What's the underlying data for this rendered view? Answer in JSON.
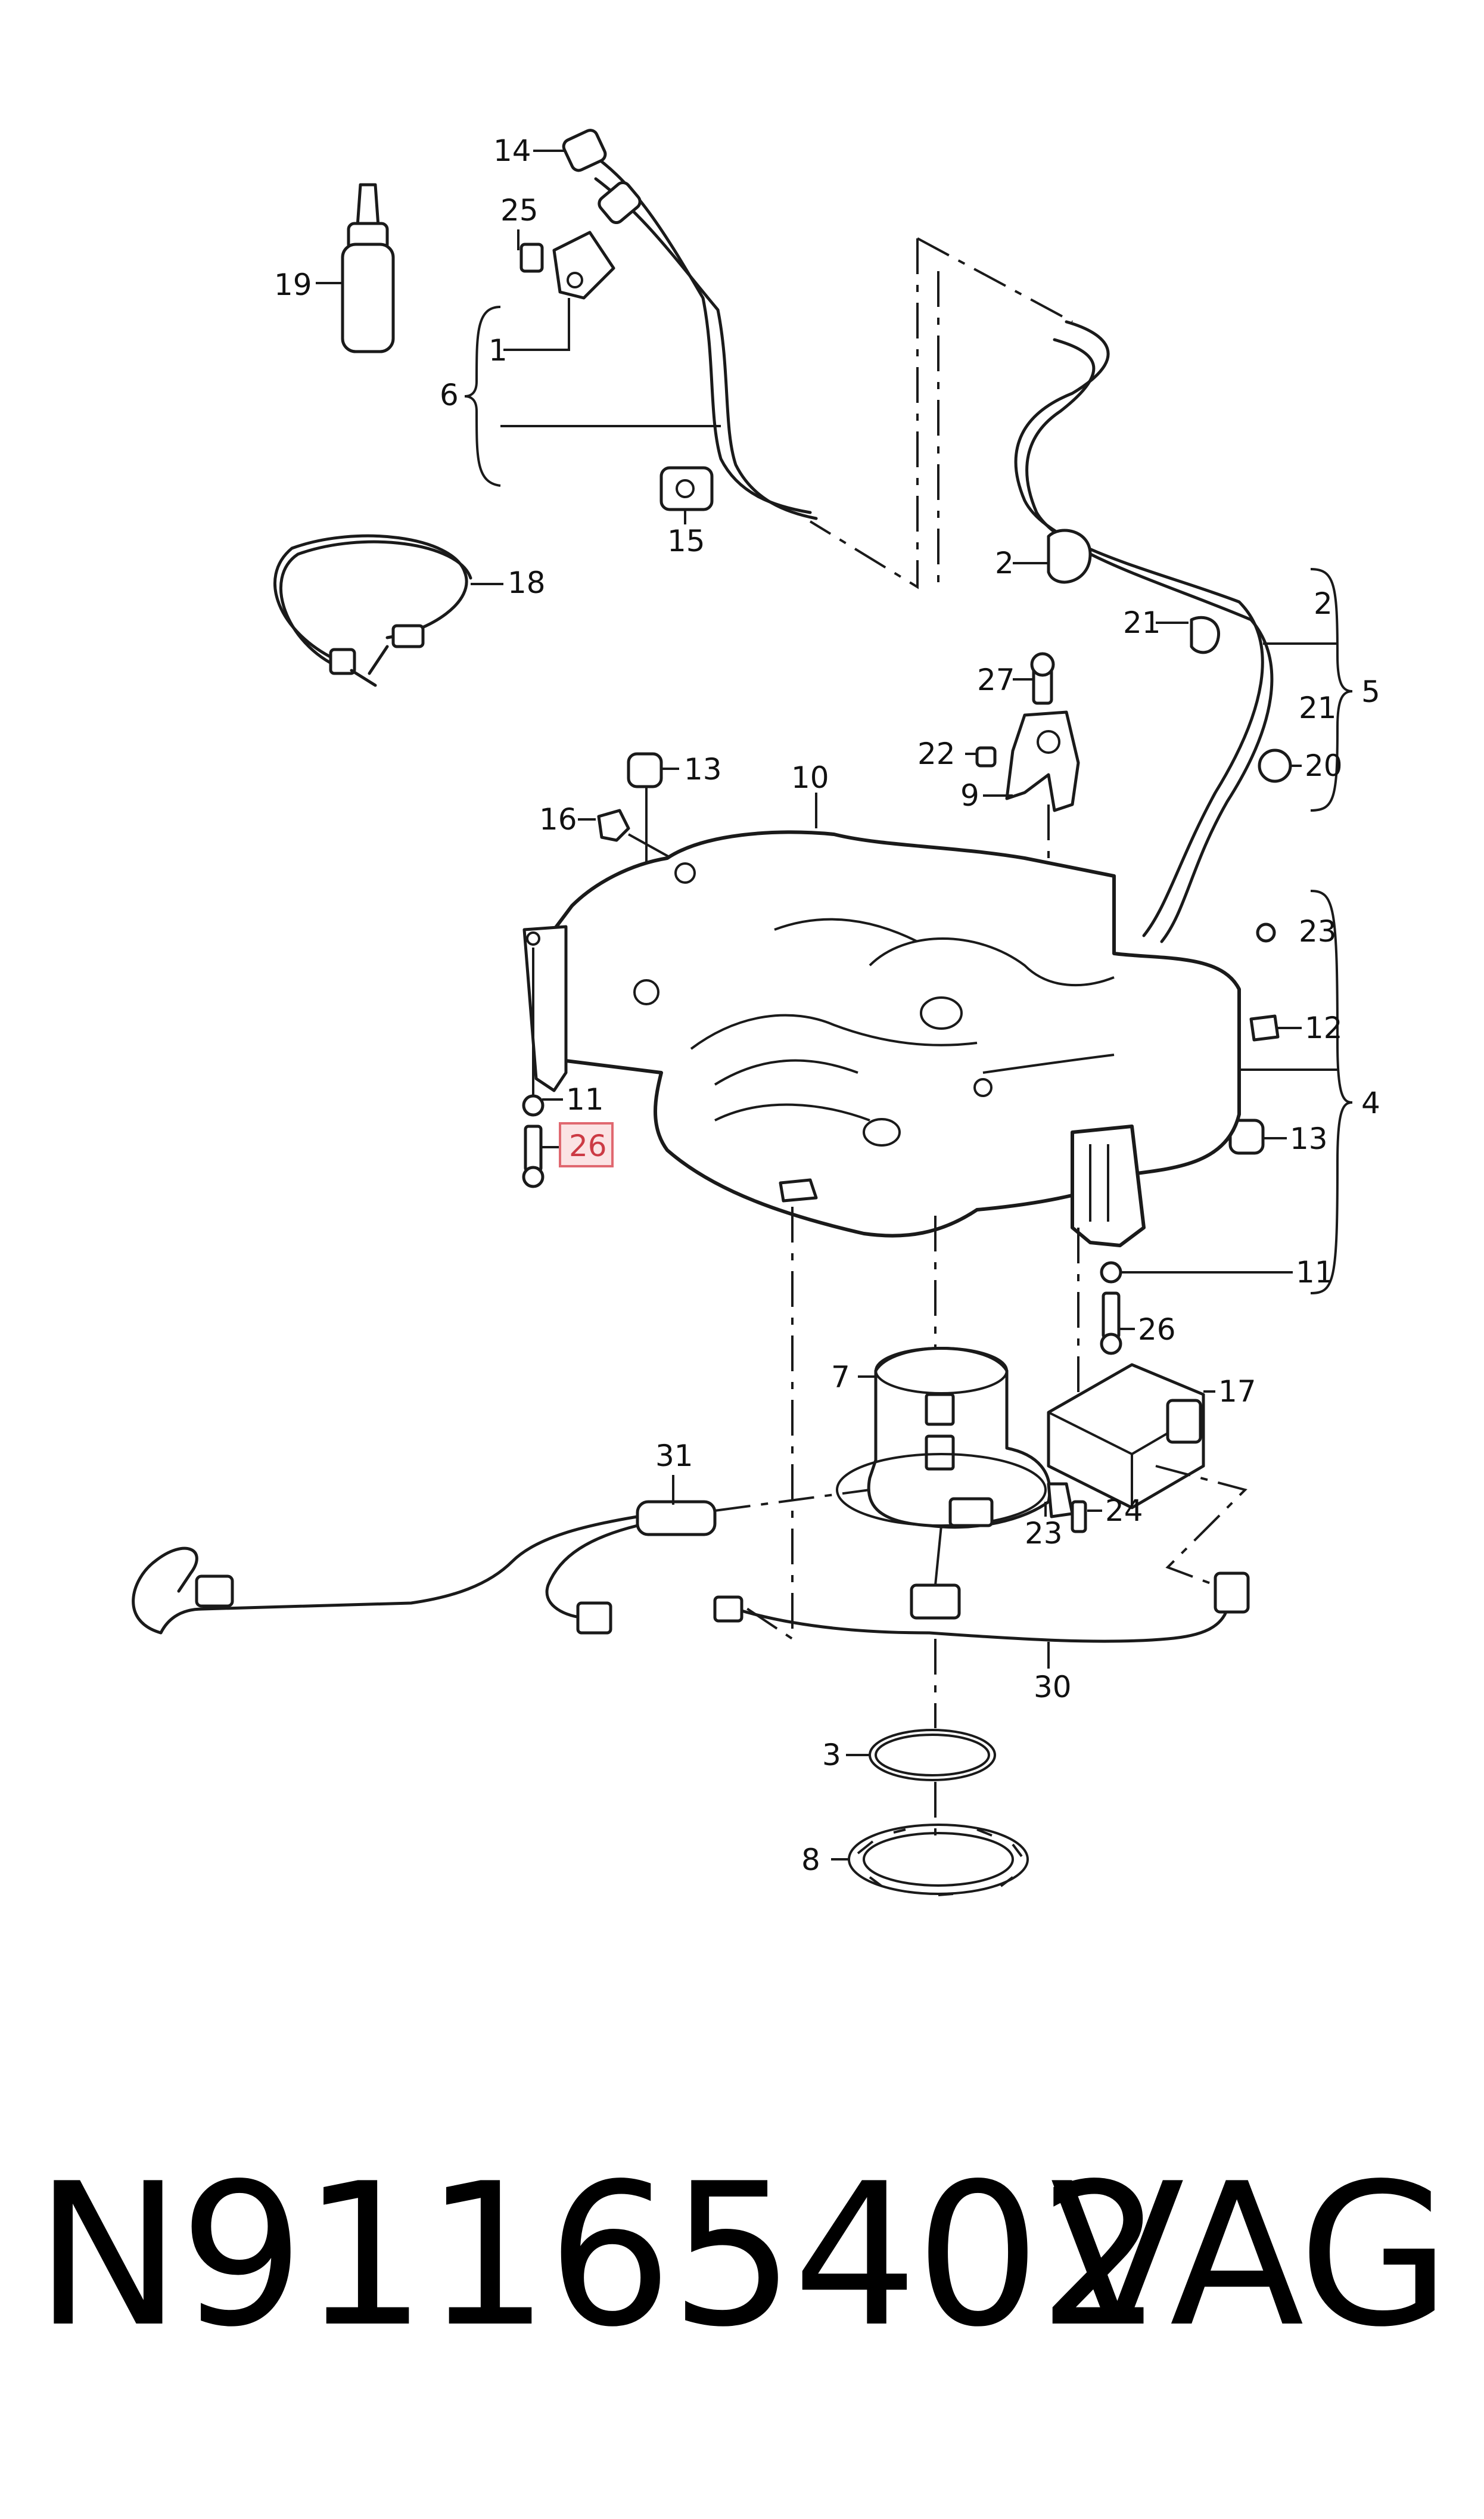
{
  "diagram": {
    "callouts": [
      "14",
      "25",
      "19",
      "1",
      "6",
      "15",
      "18",
      "2",
      "21",
      "2",
      "21",
      "5",
      "20",
      "27",
      "22",
      "9",
      "13",
      "10",
      "16",
      "23",
      "12",
      "4",
      "11",
      "26",
      "13",
      "11",
      "26",
      "7",
      "17",
      "31",
      "23",
      "24",
      "30",
      "3",
      "8"
    ],
    "highlighted_callout": "26"
  },
  "footer": {
    "part_number": "N91165402",
    "brand": "VAG"
  }
}
